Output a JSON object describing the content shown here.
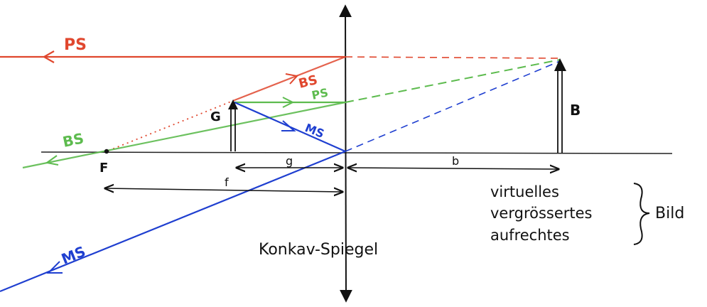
{
  "colors": {
    "ps": "#e0472e",
    "bs_red": "#e0472e",
    "bs_green": "#5dbb4e",
    "ms": "#1f3fd0",
    "ink": "#111111",
    "axis": "#222222"
  },
  "labels": {
    "ps_top": "PS",
    "bs_red": "BS",
    "ps_green": "PS",
    "bs_green": "BS",
    "ms_inner": "MS",
    "ms_outer": "MS",
    "object": "G",
    "image": "B",
    "focus": "F",
    "g": "g",
    "b": "b",
    "f": "f",
    "mirror": "Konkav-Spiegel"
  },
  "image_description": {
    "lines": [
      "virtuelles",
      "vergrössertes",
      "aufrechtes"
    ],
    "word": "Bild"
  }
}
